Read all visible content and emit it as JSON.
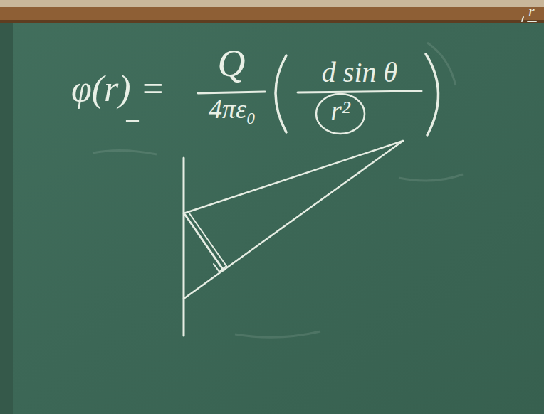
{
  "diagram": {
    "labels": [
      "φ(r) =",
      "Q",
      "4πε₀",
      "d sin θ",
      "r²",
      "r"
    ]
  }
}
